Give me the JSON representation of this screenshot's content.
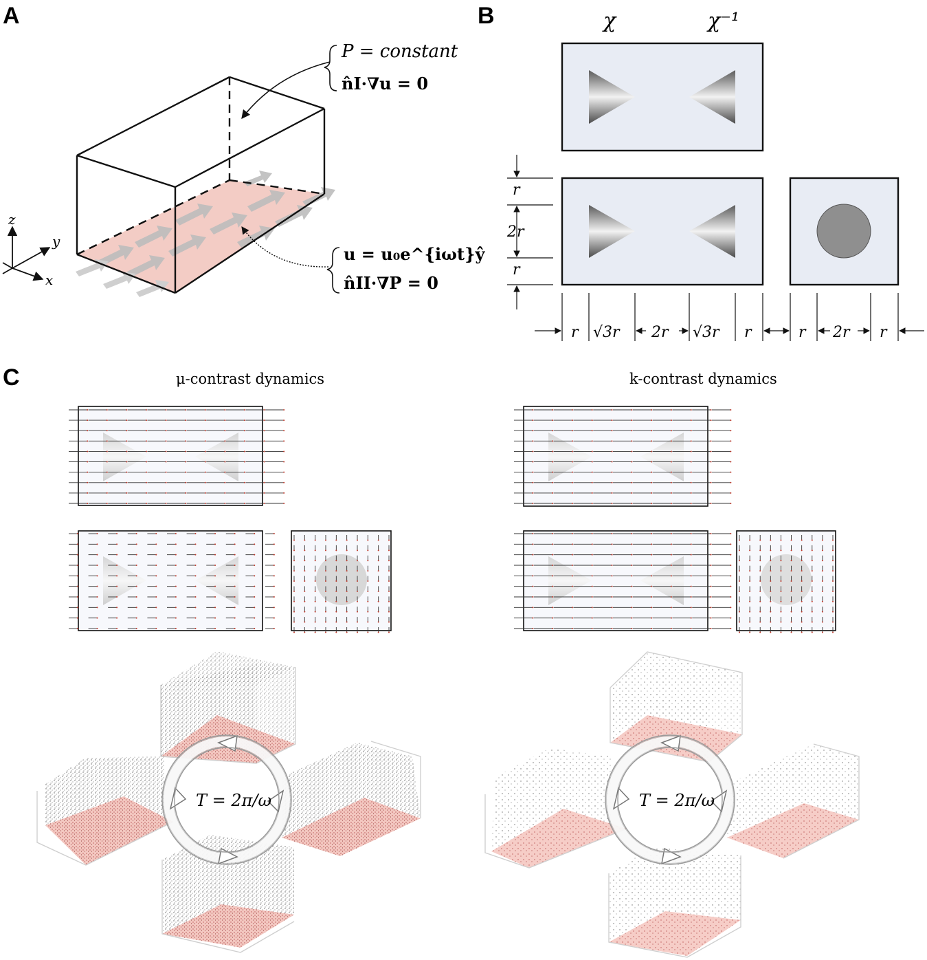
{
  "panels": {
    "a": "A",
    "b": "B",
    "c": "C"
  },
  "panel_a": {
    "bc_top_line1": "P = constant",
    "bc_top_line2": "n̂I·∇u = 0",
    "bc_bottom_line1": "u = u₀e^{iωt}ŷ",
    "bc_bottom_line2": "n̂II·∇P = 0",
    "axis_x": "x",
    "axis_y": "y",
    "axis_z": "z"
  },
  "panel_b": {
    "label_chi": "χ",
    "label_chi_inv": "χ⁻¹",
    "vertical_dims": [
      "r",
      "2r",
      "r"
    ],
    "horizontal_dims": [
      "r",
      "√3r",
      "2r",
      "√3r",
      "r",
      "r",
      "2r",
      "r"
    ]
  },
  "panel_c": {
    "title_left": "μ-contrast dynamics",
    "title_right": "k-contrast dynamics",
    "cycle_label_left": "T = 2π/ω",
    "cycle_label_right": "T = 2π/ω"
  },
  "colors": {
    "fluid_box": "#e9edf5",
    "driven_plane": "#f4c4bd",
    "obstacle_gray": "#8f8f8f",
    "arrow_gray": "#c8c8c8",
    "vector_red": "#c0392b"
  }
}
